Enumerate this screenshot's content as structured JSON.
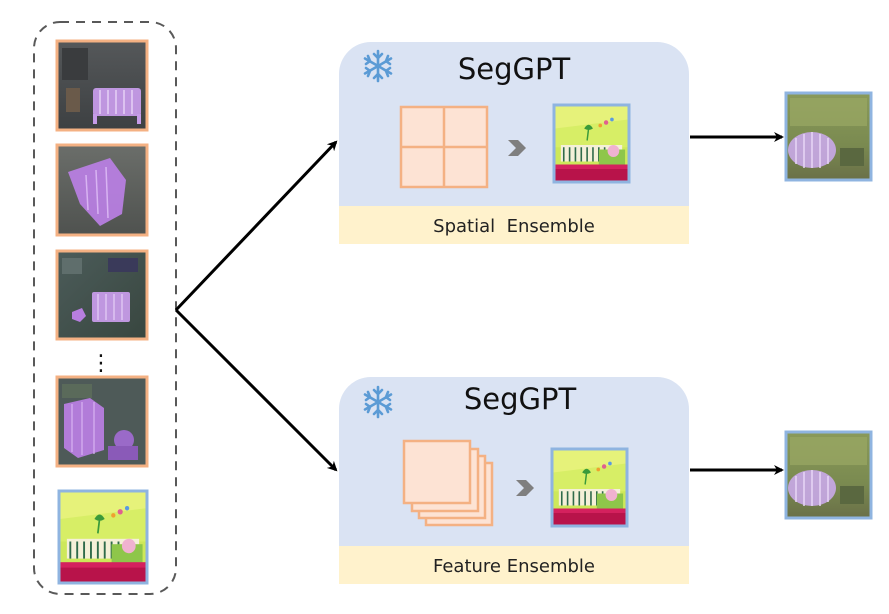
{
  "top_module": {
    "title": "SegGPT",
    "footer_label": "Spatial  Ensemble",
    "icon": "snowflake-icon"
  },
  "bottom_module": {
    "title": "SegGPT",
    "footer_label": "Feature Ensemble",
    "icon": "snowflake-icon"
  },
  "prompt_column": {
    "ellipsis": "⋮"
  },
  "colors": {
    "module_bg": "#dae3f3",
    "footer_bg": "#fff2cc",
    "prompt_border": "#f4b183",
    "target_border": "#8fb4e0",
    "grid_fill": "#fde3d4",
    "arrow": "#000000",
    "snowflake": "#5b9bd5"
  }
}
